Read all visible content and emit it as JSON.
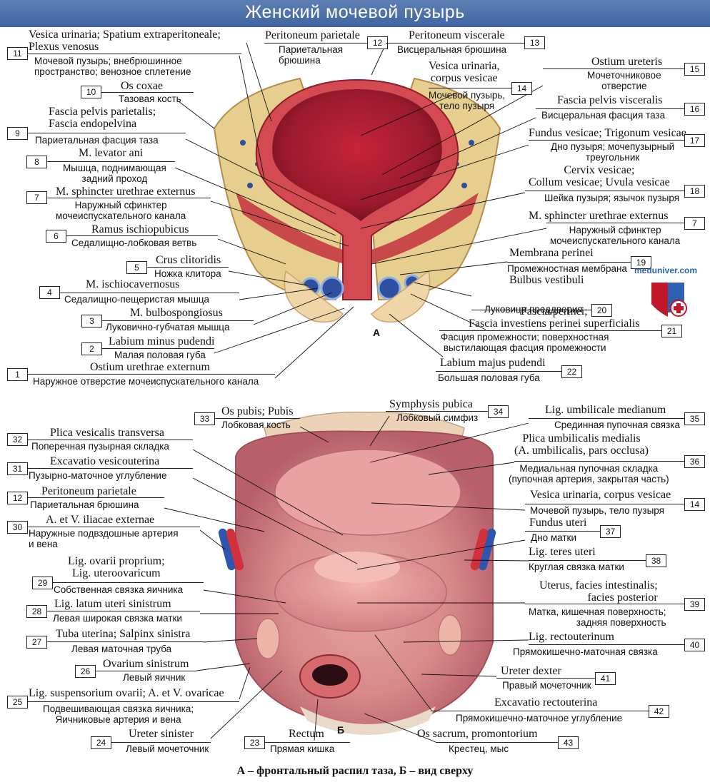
{
  "title": "Женский мочевой пузырь",
  "caption": "А – фронтальный распил таза, Б – вид сверху",
  "figure_a": "А",
  "figure_b": "Б",
  "logo": "meduniver.com",
  "labels": [
    {
      "n": "11",
      "lat": "Vesica urinaria; Spatium extraperitoneale;\nPlexus venosus",
      "rus": "Мочевой пузырь; внебрюшинное\nпространство; венозное сплетение"
    },
    {
      "n": "12",
      "lat": "Peritoneum parietale",
      "rus": "Париетальная\nбрюшина"
    },
    {
      "n": "13",
      "lat": "Peritoneum viscerale",
      "rus": "Висцеральная брюшина"
    },
    {
      "n": "10",
      "lat": "Os coxae",
      "rus": "Тазовая кость"
    },
    {
      "n": "14",
      "lat": "Vesica urinaria,\ncorpus vesicae",
      "rus": "Мочевой пузырь,\nтело пузыря"
    },
    {
      "n": "15",
      "lat": "Ostium ureteris",
      "rus": "Мочеточниковое\nотверстие"
    },
    {
      "n": "9",
      "lat": "Fascia pelvis parietalis;\nFascia endopelvina",
      "rus": "Париетальная фасция таза"
    },
    {
      "n": "16",
      "lat": "Fascia pelvis visceralis",
      "rus": "Висцеральная фасция таза"
    },
    {
      "n": "17",
      "lat": "Fundus vesicae; Trigonum vesicae",
      "rus": "Дно пузыря; мочепузырный\nтреугольник"
    },
    {
      "n": "8",
      "lat": "M. levator ani",
      "rus": "Мышца, поднимающая\nзадний проход"
    },
    {
      "n": "18",
      "lat": "Cervix vesicae;\nCollum vesicae; Uvula vesicae",
      "rus": "Шейка пузыря; язычок пузыря"
    },
    {
      "n": "7",
      "lat": "M. sphincter urethrae externus",
      "rus": "Наружный сфинктер\nмочеиспускательного канала"
    },
    {
      "n": "7",
      "lat": "M. sphincter urethrae externus",
      "rus": "Наружный сфинктер\nмочеиспускательного канала"
    },
    {
      "n": "6",
      "lat": "Ramus ischiopubicus",
      "rus": "Седалищно-лобковая ветвь"
    },
    {
      "n": "19",
      "lat": "Membrana perinei",
      "rus": "Промежностная мембрана"
    },
    {
      "n": "5",
      "lat": "Crus clitoridis",
      "rus": "Ножка клитора"
    },
    {
      "n": "20",
      "lat": "Bulbus vestibuli",
      "rus": "Луковица преддверия"
    },
    {
      "n": "4",
      "lat": "M. ischiocavernosus",
      "rus": "Седалищно-пещеристая мышца"
    },
    {
      "n": "3",
      "lat": "M. bulbospongiosus",
      "rus": "Луковично-губчатая мышца"
    },
    {
      "n": "21",
      "lat": "Fascia perinei;\nFascia investiens perinei superficialis",
      "rus": "Фасция промежности; поверхностная\nвыстилающая фасция промежности"
    },
    {
      "n": "2",
      "lat": "Labium minus pudendi",
      "rus": "Малая половая губа"
    },
    {
      "n": "1",
      "lat": "Ostium urethrae externum",
      "rus": "Наружное отверстие мочеиспускательного канала"
    },
    {
      "n": "22",
      "lat": "Labium majus pudendi",
      "rus": "Большая половая губа"
    },
    {
      "n": "33",
      "lat": "Os pubis; Pubis",
      "rus": "Лобковая кость"
    },
    {
      "n": "34",
      "lat": "Symphysis pubica",
      "rus": "Лобковый симфиз"
    },
    {
      "n": "35",
      "lat": "Lig. umbilicale medianum",
      "rus": "Срединная пупочная связка"
    },
    {
      "n": "32",
      "lat": "Plica vesicalis transversa",
      "rus": "Поперечная пузырная складка"
    },
    {
      "n": "36",
      "lat": "Plica umbilicalis medialis\n(A. umbilicalis, pars occlusa)",
      "rus": "Медиальная пупочная складка\n(пупочная артерия, закрытая часть)"
    },
    {
      "n": "31",
      "lat": "Excavatio vesicouterina",
      "rus": "Пузырно-маточное углубление"
    },
    {
      "n": "12",
      "lat": "Peritoneum parietale",
      "rus": "Париетальная брюшина"
    },
    {
      "n": "14",
      "lat": "Vesica urinaria, corpus vesicae",
      "rus": "Мочевой пузырь, тело пузыря"
    },
    {
      "n": "30",
      "lat": "A. et V. iliacae externae",
      "rus": "Наружные подвздошные артерия\nи вена"
    },
    {
      "n": "37",
      "lat": "Fundus uteri",
      "rus": "Дно матки"
    },
    {
      "n": "38",
      "lat": "Lig. teres uteri",
      "rus": "Круглая связка матки"
    },
    {
      "n": "29",
      "lat": "Lig. ovarii proprium;\nLig. uteroovaricum",
      "rus": "Собственная связка яичника"
    },
    {
      "n": "39",
      "lat": "Uterus, facies intestinalis;\nfacies posterior",
      "rus": "Матка, кишечная поверхность;\nзадняя поверхность"
    },
    {
      "n": "28",
      "lat": "Lig. latum uteri sinistrum",
      "rus": "Левая широкая связка матки"
    },
    {
      "n": "27",
      "lat": "Tuba uterina; Salpinx sinistra",
      "rus": "Левая маточная труба"
    },
    {
      "n": "40",
      "lat": "Lig. rectouterinum",
      "rus": "Прямокишечно-маточная связка"
    },
    {
      "n": "26",
      "lat": "Ovarium sinistrum",
      "rus": "Левый яичник"
    },
    {
      "n": "41",
      "lat": "Ureter dexter",
      "rus": "Правый мочеточник"
    },
    {
      "n": "25",
      "lat": "Lig. suspensorium ovarii; A. et V. ovaricae",
      "rus": "Подвешивающая связка яичника;\nЯичниковые артерия и вена"
    },
    {
      "n": "42",
      "lat": "Excavatio rectouterina",
      "rus": "Прямокишечно-маточное углубление"
    },
    {
      "n": "24",
      "lat": "Ureter sinister",
      "rus": "Левый мочеточник"
    },
    {
      "n": "23",
      "lat": "Rectum",
      "rus": "Прямая кишка"
    },
    {
      "n": "43",
      "lat": "Os sacrum, promontorium",
      "rus": "Крестец, мыс"
    }
  ]
}
